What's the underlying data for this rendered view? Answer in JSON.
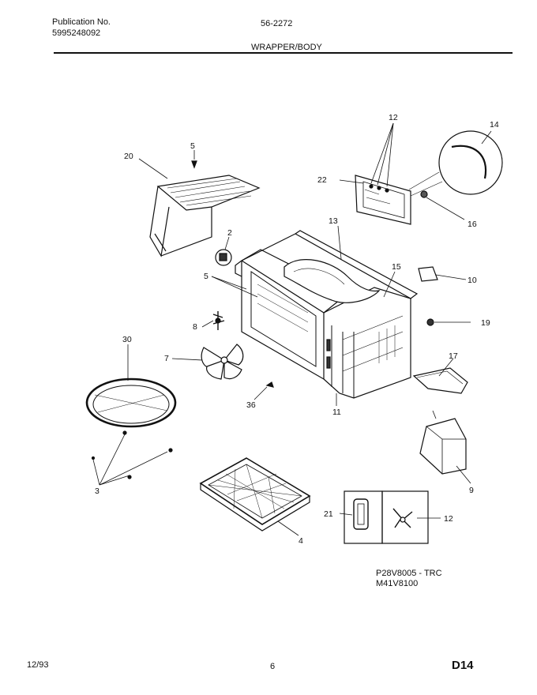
{
  "header": {
    "publication_label": "Publication No.",
    "publication_number": "5995248092",
    "doc_code": "56-2272",
    "section_title": "WRAPPER/BODY"
  },
  "callouts": {
    "c2": "2",
    "c3": "3",
    "c4": "4",
    "c5a": "5",
    "c5b": "5",
    "c7": "7",
    "c8": "8",
    "c9": "9",
    "c10": "10",
    "c11": "11",
    "c12a": "12",
    "c12b": "12",
    "c13": "13",
    "c14": "14",
    "c15": "15",
    "c16": "16",
    "c17": "17",
    "c19": "19",
    "c20": "20",
    "c21": "21",
    "c22": "22",
    "c30": "30",
    "c36": "36"
  },
  "models": [
    "P28V8005 - TRC",
    "M41V8100"
  ],
  "footer": {
    "date": "12/93",
    "page_number": "6",
    "page_code": "D14"
  }
}
